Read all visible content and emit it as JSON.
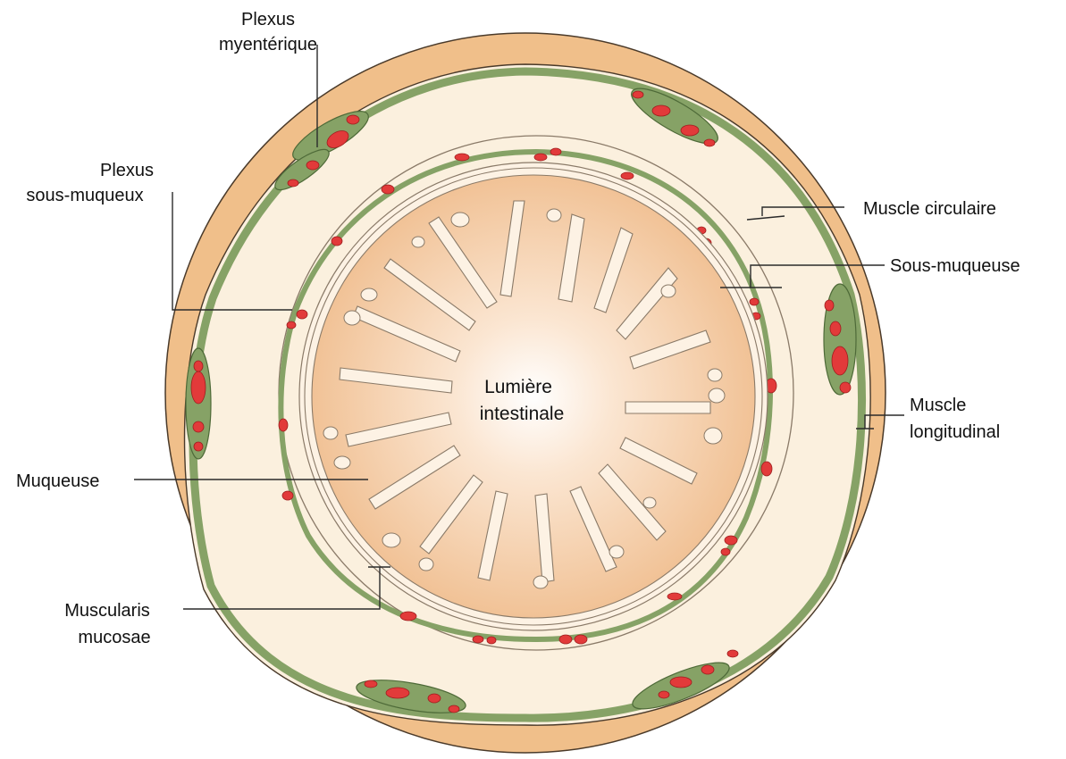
{
  "labels": {
    "plexus_myenterique": [
      "Plexus",
      "myentérique"
    ],
    "plexus_sous_muqueux": [
      "Plexus",
      "sous-muqueux"
    ],
    "muqueuse": "Muqueuse",
    "muscularis_mucosae": [
      "Muscularis",
      "mucosae"
    ],
    "muscle_circulaire": "Muscle circulaire",
    "sous_muqueuse": "Sous-muqueuse",
    "muscle_longitudinal": [
      "Muscle",
      "longitudinal"
    ],
    "lumiere_intestinale": [
      "Lumière",
      "intestinale"
    ]
  },
  "colors": {
    "serosa": "#f0bf8a",
    "serosa_stroke": "#4a3a2a",
    "muscle_layer": "#fbf0de",
    "plexus_band": "#8aa46a",
    "plexus_band_dark": "#5d7a45",
    "ganglion": "#e23a3a",
    "ganglion_light": "#ffd8d8",
    "submucosa": "#fdf2e4",
    "mucosa": "#f3c99f",
    "mucosa_center": "#ffffff",
    "crypt": "#fdf2e4",
    "outline": "#7b6a58"
  }
}
